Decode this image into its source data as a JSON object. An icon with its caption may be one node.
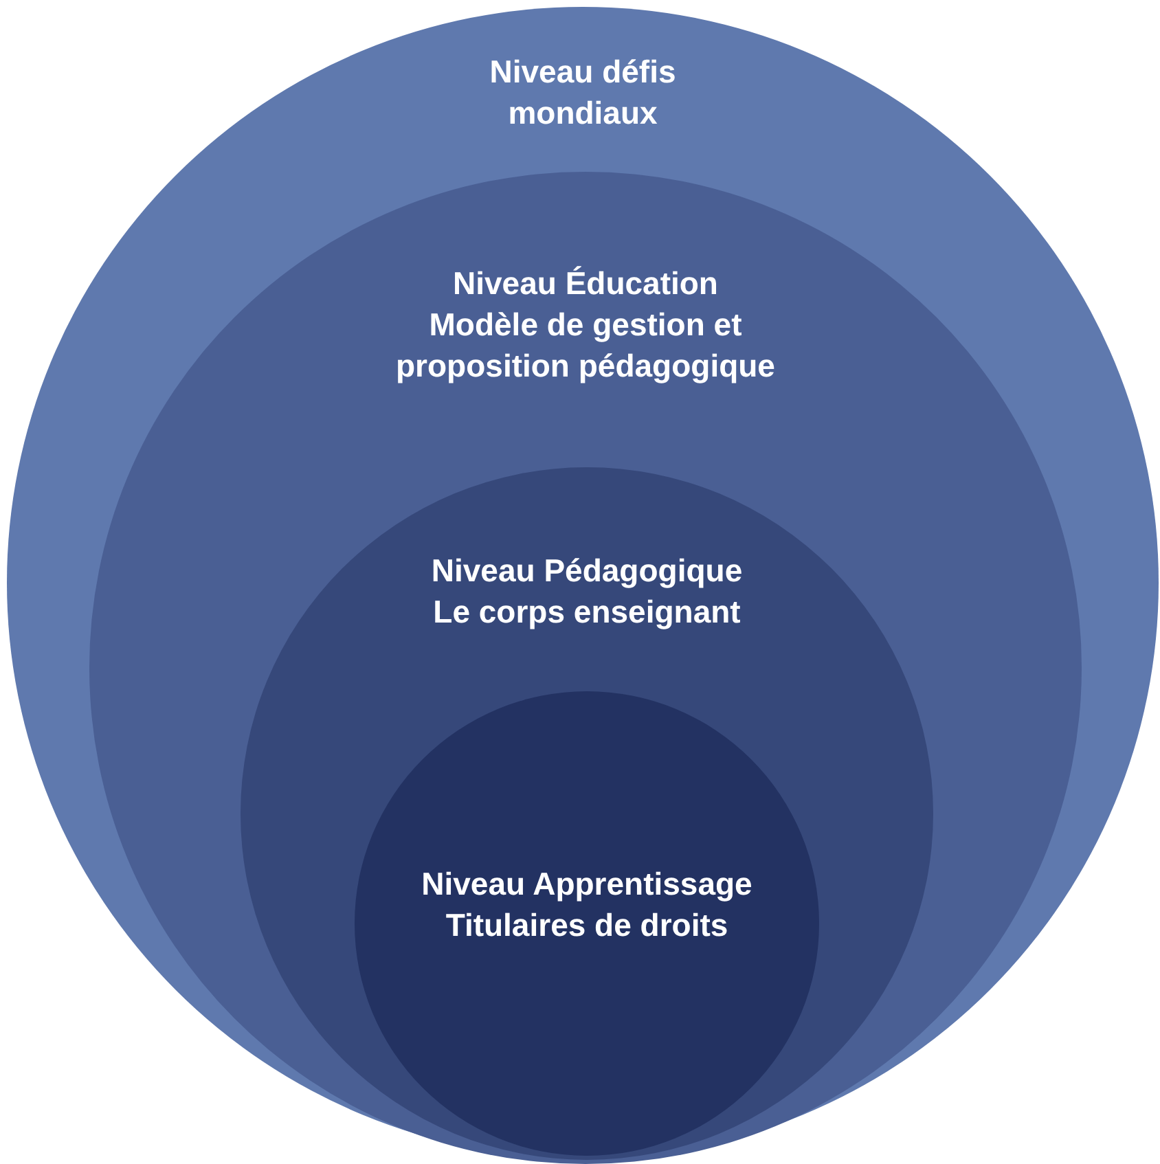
{
  "diagram": {
    "nodes": [
      {
        "text": [
          "Niveau défis mondiaux"
        ]
      },
      {
        "text": [
          "Niveau Éducation",
          "Modèle de gestion et proposition pédagogique"
        ],
        "in": 0
      },
      {
        "text": [
          "Niveau Pédagogique",
          "Le corps enseignant"
        ],
        "in": 1
      },
      {
        "text": [
          "Niveau Apprentissage",
          "Titulaires de droits"
        ],
        "in": 2
      }
    ]
  }
}
